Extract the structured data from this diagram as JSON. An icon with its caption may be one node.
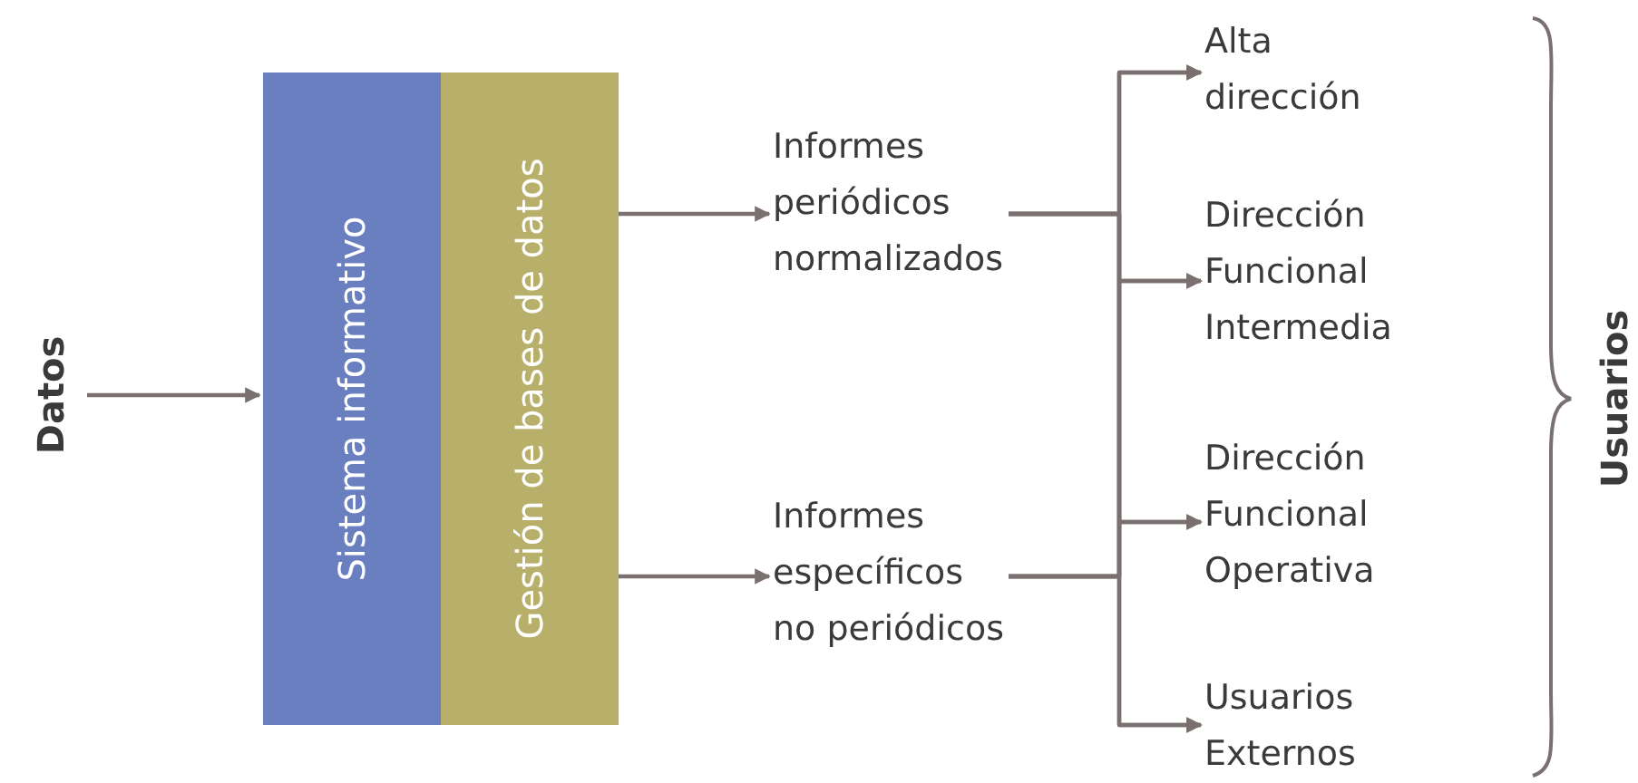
{
  "diagram": {
    "nodes": [
      {
        "text": [
          "Datos"
        ]
      },
      {
        "text": [
          "Sistema informativo"
        ]
      },
      {
        "text": [
          "Gestión de bases de datos"
        ]
      },
      {
        "text": [
          "Informes periódicos normalizados"
        ]
      },
      {
        "text": [
          "Informes específicos no periódicos"
        ]
      },
      {
        "text": [
          "Alta dirección"
        ]
      },
      {
        "text": [
          "Dirección Funcional Intermedia"
        ]
      },
      {
        "text": [
          "Dirección Funcional Operativa"
        ]
      },
      {
        "text": [
          "Usuarios Externos"
        ]
      }
    ],
    "edges": [
      {
        "from": 0,
        "to": 1,
        "arrow": "to"
      },
      {
        "from": 2,
        "to": 3,
        "arrow": "to"
      },
      {
        "from": 2,
        "to": 4,
        "arrow": "to"
      },
      {
        "from": 3,
        "to": 5,
        "arrow": "to"
      },
      {
        "from": 3,
        "to": 6,
        "arrow": "to"
      },
      {
        "from": 3,
        "to": 7,
        "arrow": "to"
      },
      {
        "from": 3,
        "to": 8,
        "arrow": "to"
      },
      {
        "from": 4,
        "to": 5,
        "arrow": "to"
      },
      {
        "from": 4,
        "to": 6,
        "arrow": "to"
      },
      {
        "from": 4,
        "to": 7,
        "arrow": "to"
      },
      {
        "from": 4,
        "to": 8,
        "arrow": "to"
      }
    ],
    "labels": [
      "Usuarios"
    ]
  }
}
